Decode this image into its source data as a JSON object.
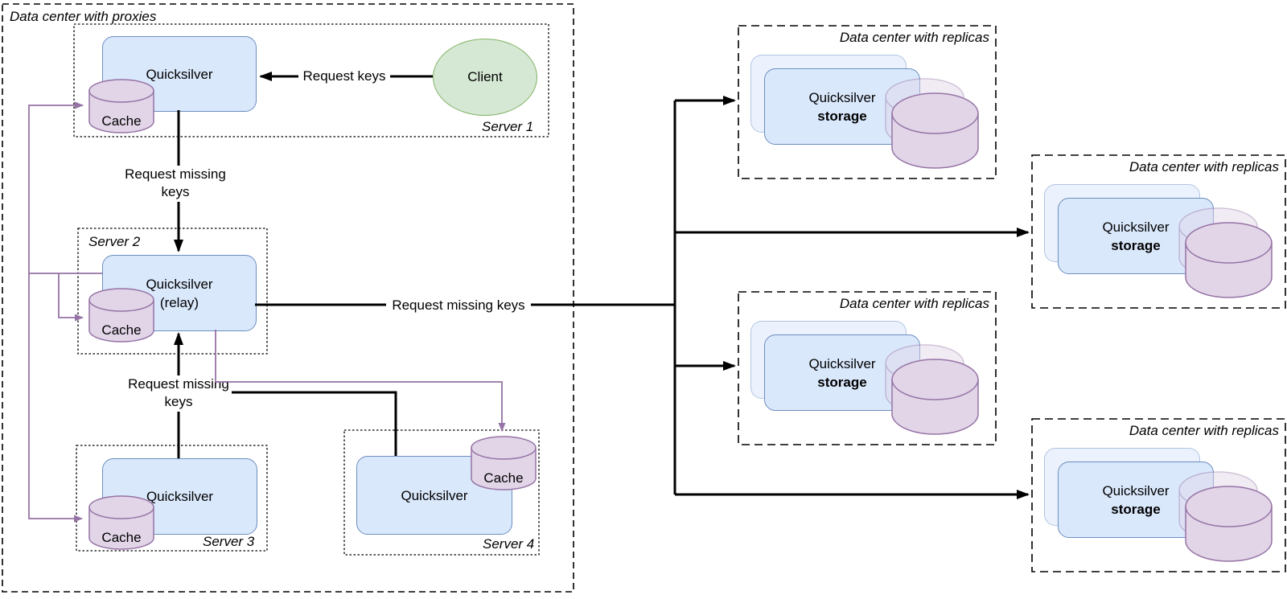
{
  "colors": {
    "node_fill": "#dae8fc",
    "node_stroke": "#6c8ebf",
    "cylinder_fill": "#e1d5e7",
    "cylinder_stroke": "#9673a6",
    "client_fill": "#d5e8d4",
    "client_stroke": "#82b366",
    "edge_black": "#000000",
    "edge_purple": "#9673a6"
  },
  "proxies_dc": {
    "label": "Data center with proxies",
    "server1": {
      "label": "Server 1",
      "node": "Quicksilver",
      "cache": "Cache",
      "client": "Client"
    },
    "server2": {
      "label": "Server 2",
      "node_line1": "Quicksilver",
      "node_line2": "(relay)",
      "cache": "Cache"
    },
    "server3": {
      "label": "Server 3",
      "node": "Quicksilver",
      "cache": "Cache"
    },
    "server4": {
      "label": "Server 4",
      "node": "Quicksilver",
      "cache": "Cache"
    }
  },
  "edge_labels": {
    "request_keys": "Request keys",
    "s1_to_relay": {
      "line1": "Request missing",
      "line2": "keys"
    },
    "s3_to_relay": {
      "line1": "Request missing",
      "line2": "keys"
    },
    "relay_to_replicas": "Request missing keys"
  },
  "replica_dcs": {
    "items": [
      {
        "label": "Data center with replicas",
        "node_line1": "Quicksilver",
        "node_line2": "storage"
      },
      {
        "label": "Data center with replicas",
        "node_line1": "Quicksilver",
        "node_line2": "storage"
      },
      {
        "label": "Data center with replicas",
        "node_line1": "Quicksilver",
        "node_line2": "storage"
      },
      {
        "label": "Data center with replicas",
        "node_line1": "Quicksilver",
        "node_line2": "storage"
      }
    ]
  }
}
